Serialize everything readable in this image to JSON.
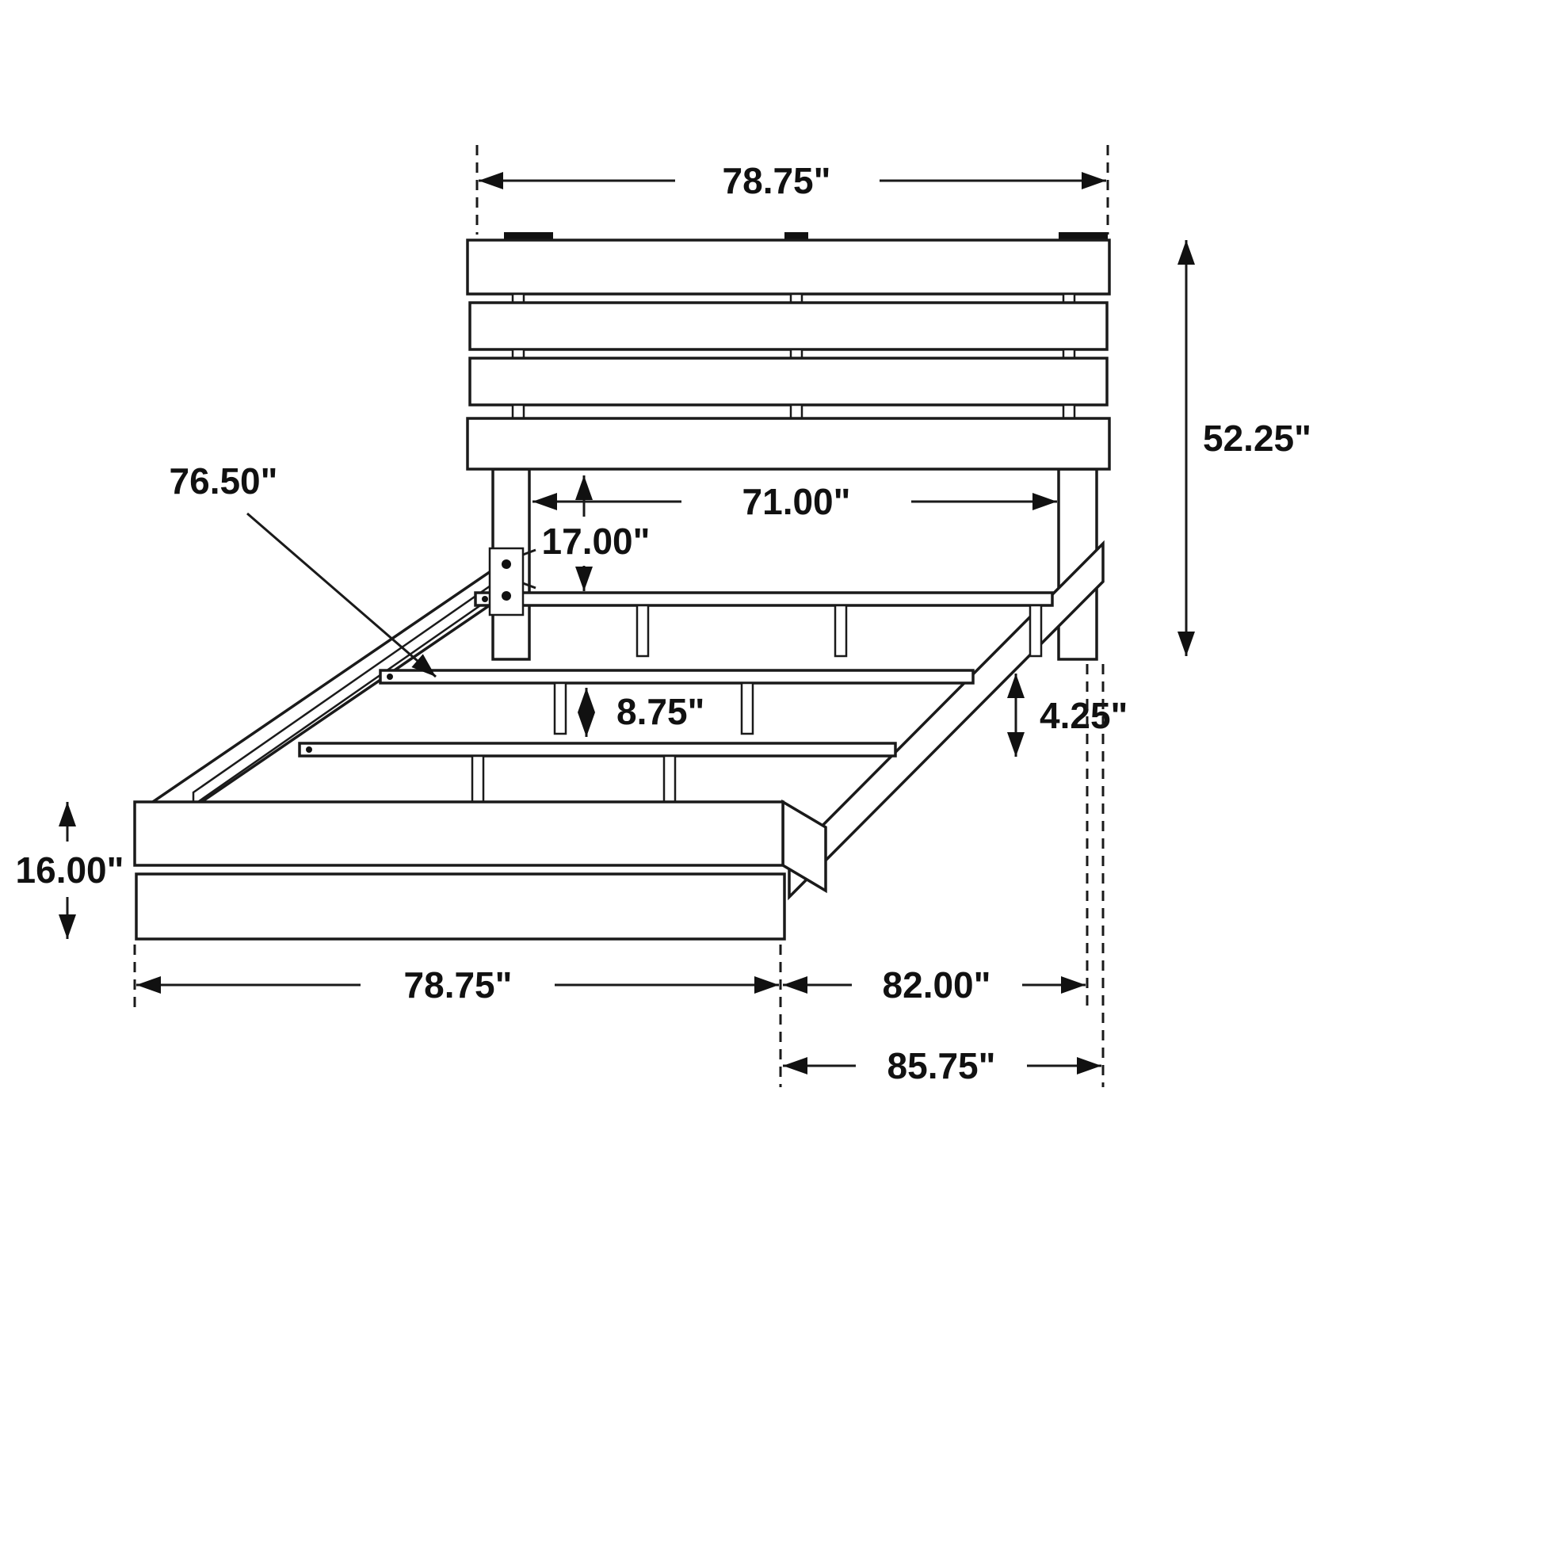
{
  "diagram": {
    "type": "technical-drawing",
    "subject": "Platform bed frame with slatted headboard — dimension diagram",
    "units": "inches",
    "colors": {
      "line": "#1a1a1a",
      "background": "#ffffff"
    },
    "dimensions": {
      "headboard_width": "78.75\"",
      "headboard_height": "52.25\"",
      "inner_width": "71.00\"",
      "headboard_to_slat": "17.00\"",
      "slat_length": "76.50\"",
      "slat_support_height": "8.75\"",
      "side_rail_height": "4.25\"",
      "footboard_height": "16.00\"",
      "footboard_width": "78.75\"",
      "frame_length": "82.00\"",
      "overall_length": "85.75\""
    }
  }
}
